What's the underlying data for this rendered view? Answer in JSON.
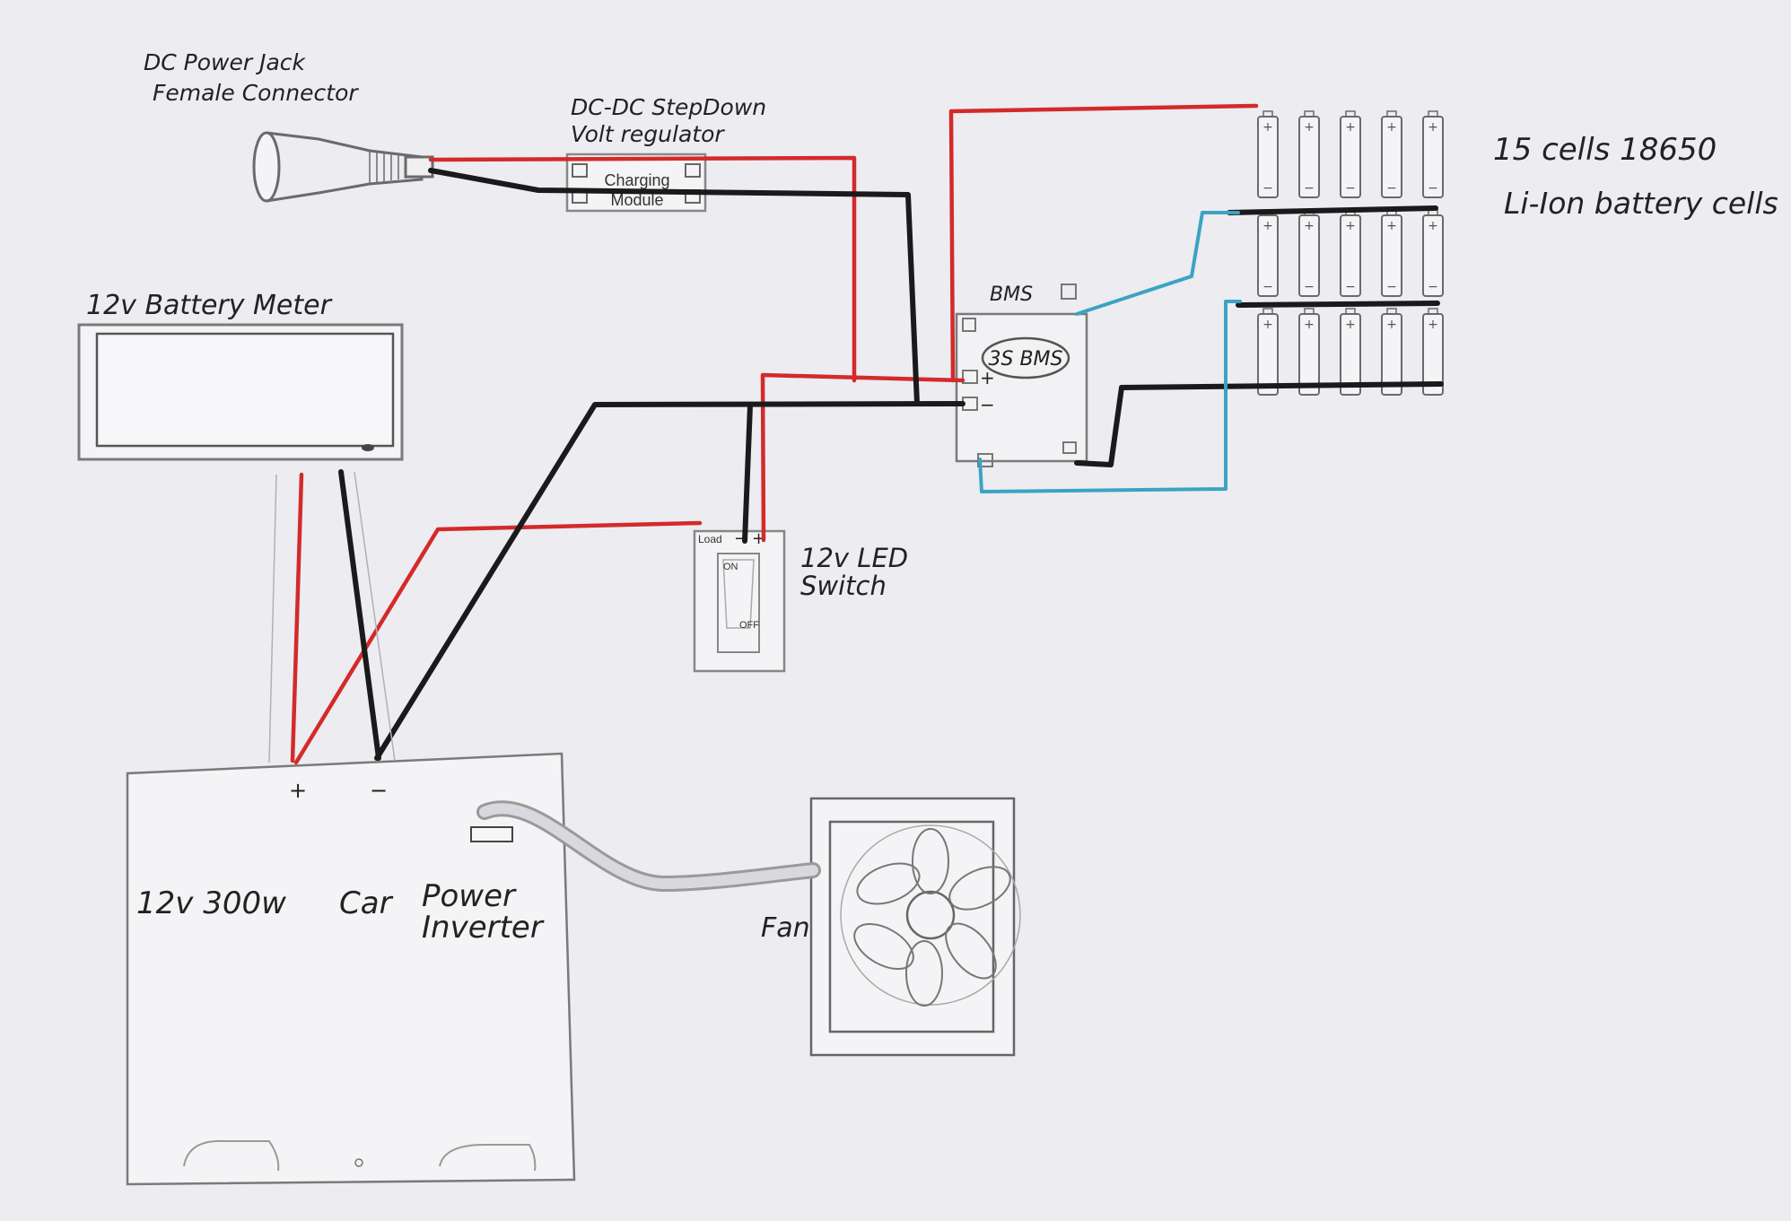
{
  "colors": {
    "paper": "#ececf1",
    "wire_red": "#d42a2a",
    "wire_black": "#1a1a1a",
    "wire_blue": "#3aa3c4",
    "pencil": "#7a7a7a"
  },
  "labels": {
    "dc_jack": [
      "DC Power Jack",
      "Female Connector"
    ],
    "stepdown": [
      "DC-DC StepDown",
      "Volt regulator"
    ],
    "charging_module": [
      "Charging",
      "Module"
    ],
    "cells": [
      "15 cells 18650",
      "Li-Ion battery cells"
    ],
    "bms": "BMS",
    "bms_chip": "3S BMS",
    "meter": "12v Battery Meter",
    "switch_title": [
      "12v LED",
      "Switch"
    ],
    "switch_load": "Load",
    "switch_on": "ON",
    "switch_off": "OFF",
    "inverter": [
      "12v 300w",
      "Car",
      "Power",
      "Inverter"
    ],
    "fan": "Fan",
    "plus": "+",
    "minus": "−"
  }
}
